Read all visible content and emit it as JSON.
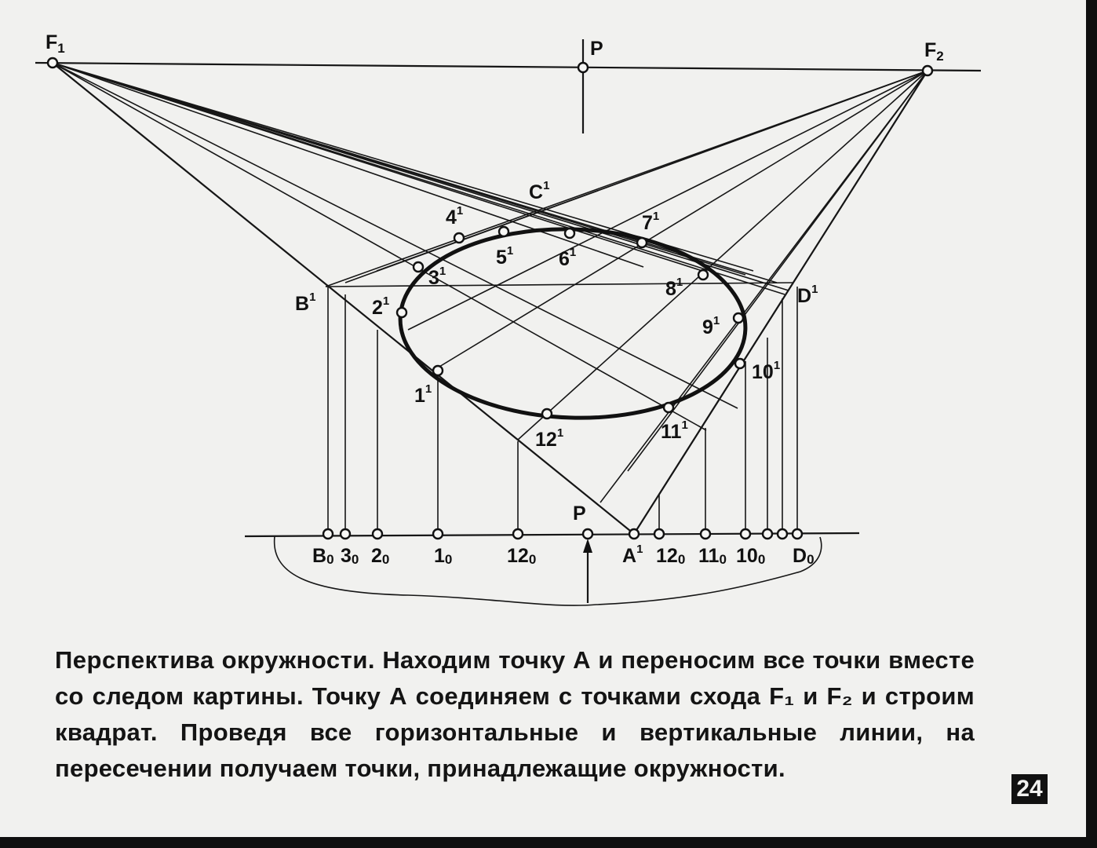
{
  "labels": {
    "F1": {
      "main": "F",
      "sub": "1"
    },
    "F2": {
      "main": "F",
      "sub": "2"
    },
    "P_top": "P",
    "P_bottom": "P",
    "C1": {
      "main": "C",
      "sup": "1"
    },
    "B1": {
      "main": "B",
      "sup": "1"
    },
    "D1": {
      "main": "D",
      "sup": "1"
    },
    "A1": {
      "main": "A",
      "sup": "1"
    },
    "points": [
      {
        "main": "1",
        "sup": "1"
      },
      {
        "main": "2",
        "sup": "1"
      },
      {
        "main": "3",
        "sup": "1"
      },
      {
        "main": "4",
        "sup": "1"
      },
      {
        "main": "5",
        "sup": "1"
      },
      {
        "main": "6",
        "sup": "1"
      },
      {
        "main": "7",
        "sup": "1"
      },
      {
        "main": "8",
        "sup": "1"
      },
      {
        "main": "9",
        "sup": "1"
      },
      {
        "main": "10",
        "sup": "1"
      },
      {
        "main": "11",
        "sup": "1"
      },
      {
        "main": "12",
        "sup": "1"
      }
    ],
    "base": [
      {
        "main": "B",
        "sub": "0"
      },
      {
        "main": "3",
        "sub": "0"
      },
      {
        "main": "2",
        "sub": "0"
      },
      {
        "main": "1",
        "sub": "0"
      },
      {
        "main": "12",
        "sub": "0"
      },
      {
        "main": "12",
        "sub": "0"
      },
      {
        "main": "11",
        "sub": "0"
      },
      {
        "main": "10",
        "sub": "0"
      },
      {
        "main": "D",
        "sub": "0"
      }
    ]
  },
  "caption": {
    "title": "Перспектива окружности.",
    "body": "Находим точку А и переносим все точки вместе со следом картины. Точку А соединяем с точками схода F₁ и F₂ и строим квадрат. Проведя все горизонтальные и вертикальные линии, на пересечении получаем точки, принадлежащие окружности."
  },
  "page_number": "24",
  "colors": {
    "paper": "#f1f1ef",
    "ink": "#141414",
    "frame": "#0f0f0f"
  }
}
